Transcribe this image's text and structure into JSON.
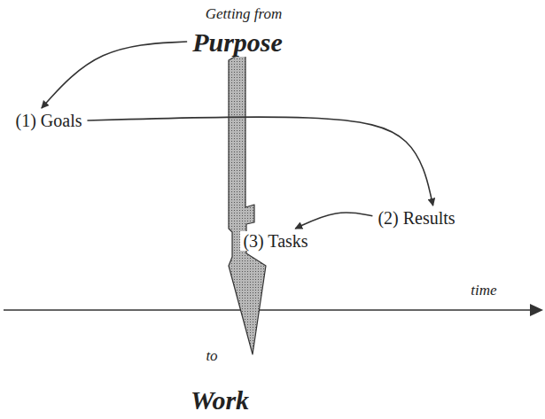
{
  "diagram": {
    "nodes": [
      {
        "text": [
          "Purpose"
        ]
      },
      {
        "text": [
          "(1) Goals"
        ]
      },
      {
        "text": [
          "(2) Results"
        ]
      },
      {
        "text": [
          "(3) Tasks"
        ]
      }
    ],
    "edges": [
      {
        "from": 0,
        "to": 1,
        "arrow": "to"
      },
      {
        "from": 1,
        "to": 2,
        "arrow": "to"
      },
      {
        "from": 2,
        "to": 3,
        "arrow": "to"
      }
    ],
    "labels": [
      "Getting from",
      "time",
      "to",
      "Work"
    ]
  }
}
